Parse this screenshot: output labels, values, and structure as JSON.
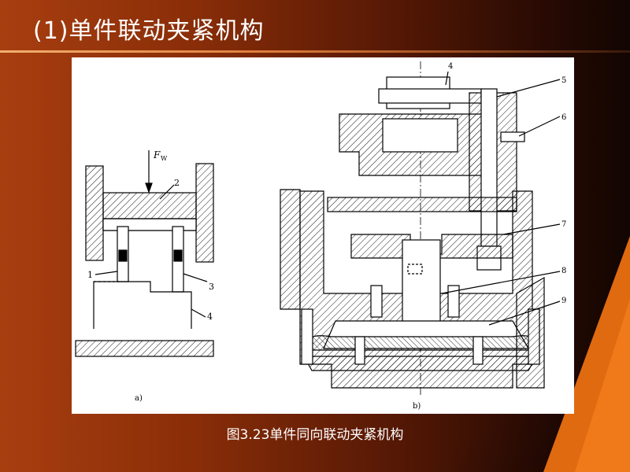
{
  "slide": {
    "title": "(1)单件联动夹紧机构",
    "caption": "图3.23单件同向联动夹紧机构"
  },
  "figure": {
    "left_view": {
      "force_label": "F",
      "force_subscript": "W",
      "part_labels": [
        "1",
        "2",
        "3",
        "4"
      ],
      "sub_label": "a)"
    },
    "right_view": {
      "part_labels": [
        "4",
        "5",
        "6",
        "7",
        "8",
        "9"
      ],
      "sub_label": "b)"
    }
  },
  "colors": {
    "background_left": "#a83e10",
    "background_right": "#120502",
    "accent_wedge": "#e06a10",
    "title_text": "#ffffff",
    "line_art": "#000000"
  }
}
